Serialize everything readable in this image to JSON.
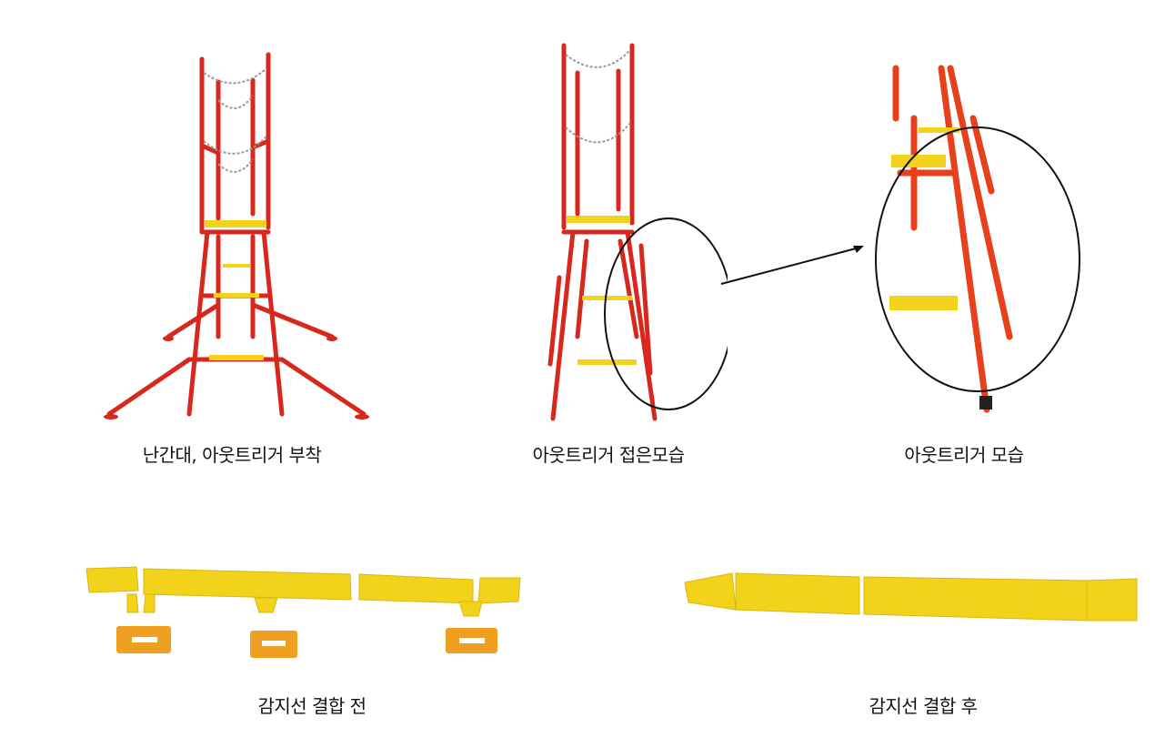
{
  "captions": {
    "ladder_attached": "난간대, 아웃트리거 부착",
    "ladder_folded": "아웃트리거 접은모습",
    "outrigger_detail": "아웃트리거 모습",
    "sensor_before": "감지선 결합 전",
    "sensor_after": "감지선 결합 후"
  },
  "colors": {
    "frame": "#d8281e",
    "yellow": "#f2d21a",
    "orange": "#f0a020",
    "chain": "#9a9a9a"
  }
}
